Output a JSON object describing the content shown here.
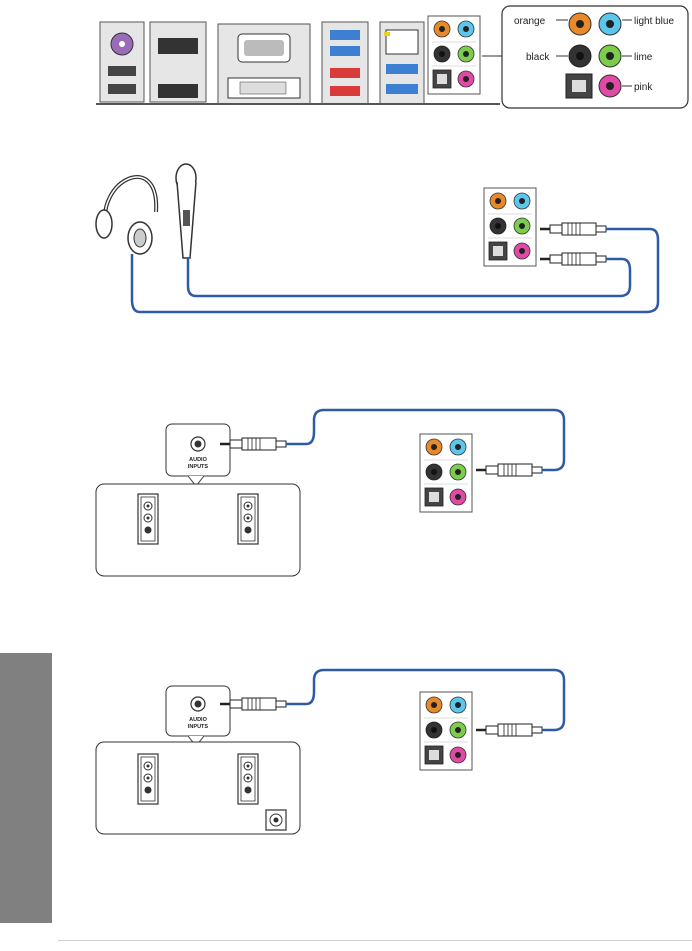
{
  "callout": {
    "orange": "orange",
    "light_blue": "light blue",
    "black": "black",
    "lime": "lime",
    "pink": "pink"
  },
  "stereo_speakers": {
    "input_label_1": "AUDIO",
    "input_label_2": "INPUTS"
  },
  "speakers_subwoofer": {
    "input_label_1": "AUDIO",
    "input_label_2": "INPUTS"
  },
  "colors": {
    "orange": "#e8892a",
    "light_blue": "#5cc7ea",
    "black": "#222222",
    "lime": "#7ccd4c",
    "pink": "#e04aa5",
    "cable": "#2f5aa8",
    "usb3_blue": "#3d7fd0",
    "usb_red": "#d93a3a",
    "ps2_purple": "#9a6bb8",
    "sidetab": "#808080"
  }
}
